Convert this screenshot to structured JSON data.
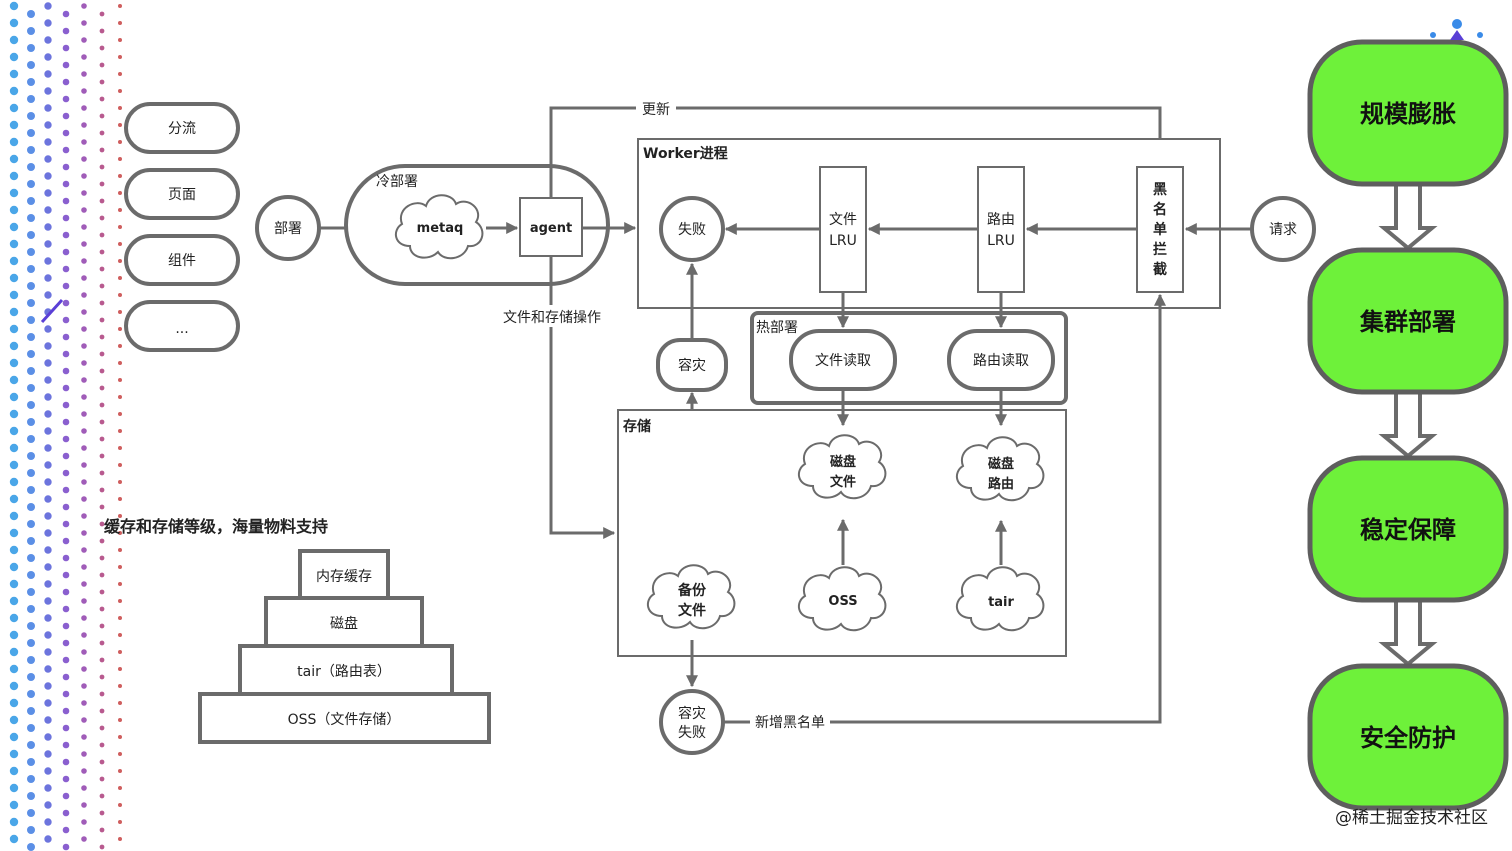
{
  "left_list": {
    "items": [
      "分流",
      "页面",
      "组件",
      "..."
    ]
  },
  "deploy": {
    "node": "部署",
    "cold_label": "冷部署",
    "metaq": "metaq",
    "agent": "agent",
    "update_label": "更新",
    "storage_ops_label": "文件和存储操作"
  },
  "worker": {
    "title": "Worker进程",
    "fail": "失败",
    "file_lru": [
      "文件",
      "LRU"
    ],
    "route_lru": [
      "路由",
      "LRU"
    ],
    "blacklist": [
      "黑",
      "名",
      "单",
      "拦",
      "截"
    ],
    "request": "请求"
  },
  "hot_deploy": {
    "label": "热部署",
    "file_read": "文件读取",
    "route_read": "路由读取"
  },
  "disaster": {
    "node": "容灾",
    "fail_node": [
      "容灾",
      "失败"
    ],
    "new_blacklist": "新增黑名单"
  },
  "storage": {
    "title": "存储",
    "disk_file": [
      "磁盘",
      "文件"
    ],
    "disk_route": [
      "磁盘",
      "路由"
    ],
    "backup_file": [
      "备份",
      "文件"
    ],
    "oss": "OSS",
    "tair": "tair"
  },
  "pyramid": {
    "title": "缓存和存储等级，海量物料支持",
    "levels": [
      "内存缓存",
      "磁盘",
      "tair（路由表）",
      "OSS（文件存储）"
    ]
  },
  "pillars": {
    "items": [
      "规模膨胀",
      "集群部署",
      "稳定保障",
      "安全防护"
    ]
  },
  "watermark": "@稀土掘金技术社区",
  "colors": {
    "pillar_fill": "#6ef13a",
    "stroke": "#6b6b6b"
  }
}
